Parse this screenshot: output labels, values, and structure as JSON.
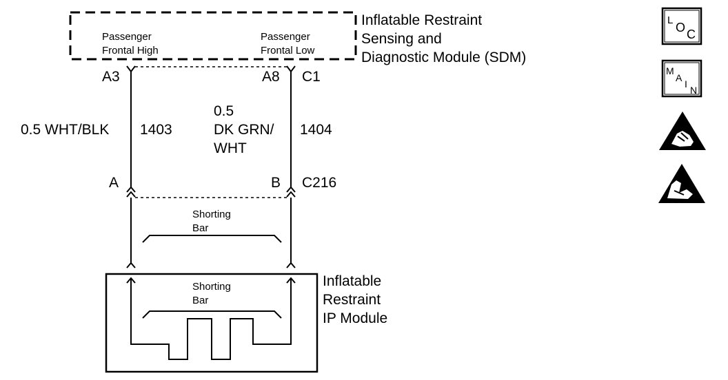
{
  "sdm": {
    "title_line1": "Inflatable Restraint",
    "title_line2": "Sensing and",
    "title_line3": "Diagnostic Module (SDM)",
    "left_circuit_line1": "Passenger",
    "left_circuit_line2": "Frontal High",
    "right_circuit_line1": "Passenger",
    "right_circuit_line2": "Frontal Low"
  },
  "pins": {
    "a3": "A3",
    "a8": "A8",
    "c1": "C1",
    "a": "A",
    "b": "B",
    "c216": "C216"
  },
  "wires": {
    "left_color": "0.5 WHT/BLK",
    "left_circuit": "1403",
    "right_gauge": "0.5",
    "right_color_line1": "DK GRN/",
    "right_color_line2": "WHT",
    "right_circuit": "1404"
  },
  "shorting_bar_connector": {
    "line1": "Shorting",
    "line2": "Bar"
  },
  "shorting_bar_module": {
    "line1": "Shorting",
    "line2": "Bar"
  },
  "ip_module": {
    "line1": "Inflatable",
    "line2": "Restraint",
    "line3": "IP Module"
  },
  "icons": {
    "loc_l": "L",
    "loc_o": "O",
    "loc_c": "C",
    "main_m": "M",
    "main_a": "A",
    "main_i": "I",
    "main_n": "N"
  }
}
